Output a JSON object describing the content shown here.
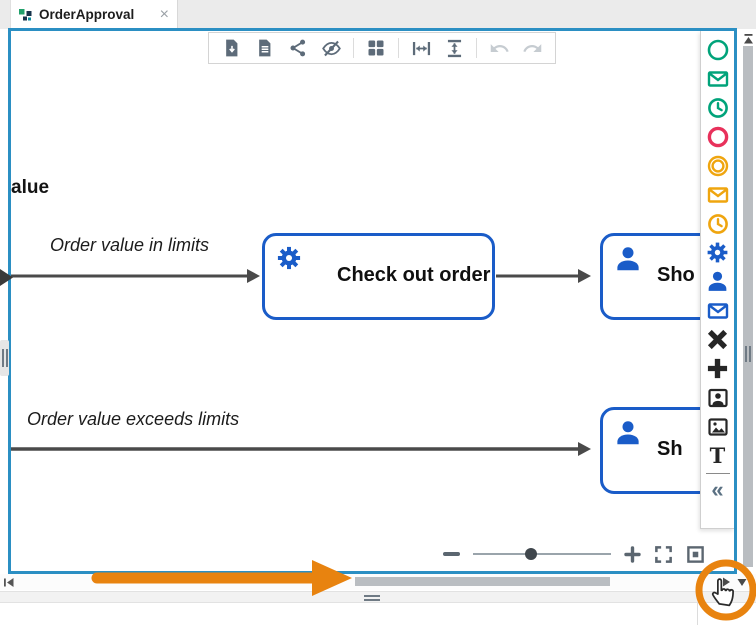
{
  "tab": {
    "title": "OrderApproval",
    "close_glyph": "×"
  },
  "toolbar": {
    "buttons": [
      {
        "name": "export-image",
        "enabled": true
      },
      {
        "name": "export-file",
        "enabled": true
      },
      {
        "name": "share",
        "enabled": true
      },
      {
        "name": "hide-elements",
        "enabled": true
      },
      {
        "name": "grid-layout",
        "enabled": true
      },
      {
        "name": "fit-width",
        "enabled": true
      },
      {
        "name": "fit-height",
        "enabled": true
      },
      {
        "name": "undo",
        "enabled": false
      },
      {
        "name": "redo",
        "enabled": false
      }
    ]
  },
  "palette": {
    "items": [
      {
        "name": "start-event",
        "color": "#00a37a"
      },
      {
        "name": "message-start-event",
        "color": "#00a37a"
      },
      {
        "name": "timer-start-event",
        "color": "#00a37a"
      },
      {
        "name": "end-event",
        "color": "#e8315b"
      },
      {
        "name": "intermediate-event",
        "color": "#efa50f"
      },
      {
        "name": "message-intermediate-event",
        "color": "#efa50f"
      },
      {
        "name": "timer-intermediate-event",
        "color": "#efa50f"
      },
      {
        "name": "service-task",
        "color": "#1a5cc8"
      },
      {
        "name": "user-task",
        "color": "#1a5cc8"
      },
      {
        "name": "send-task",
        "color": "#1a5cc8"
      },
      {
        "name": "exclusive-gateway",
        "color": "#262626"
      },
      {
        "name": "parallel-gateway",
        "color": "#262626"
      },
      {
        "name": "participant",
        "color": "#262626"
      },
      {
        "name": "image",
        "color": "#262626"
      },
      {
        "name": "text-annotation",
        "color": "#262626"
      },
      {
        "name": "collapse-palette",
        "color": "#5b7183"
      }
    ],
    "text_tool_glyph": "T",
    "collapse_glyph": "«"
  },
  "diagram": {
    "cropped_text": "alue",
    "flows": [
      {
        "label": "Order value in limits"
      },
      {
        "label": "Order value exceeds limits"
      }
    ],
    "tasks": [
      {
        "label": "Check out order",
        "type": "service-task"
      },
      {
        "label": "Sho",
        "type": "user-task"
      },
      {
        "label": "Sh",
        "type": "user-task"
      }
    ]
  },
  "zoom_controls": {
    "minus_glyph": "−",
    "plus_glyph": "+",
    "slider_pct": 42
  },
  "annotations": {
    "arrow_color": "#e8830f",
    "circle_color": "#e8830f",
    "highlight_target": "horizontal-scrollbar-and-scroll-corner"
  },
  "colors": {
    "canvas_border": "#2b8fc3",
    "task_border": "#1a5cc8",
    "flow_line": "#4a4a4a",
    "toolbar_icon": "#5d6b79",
    "toolbar_icon_disabled": "#c6ccd1",
    "scrollbar_thumb": "#b9bdc1"
  }
}
